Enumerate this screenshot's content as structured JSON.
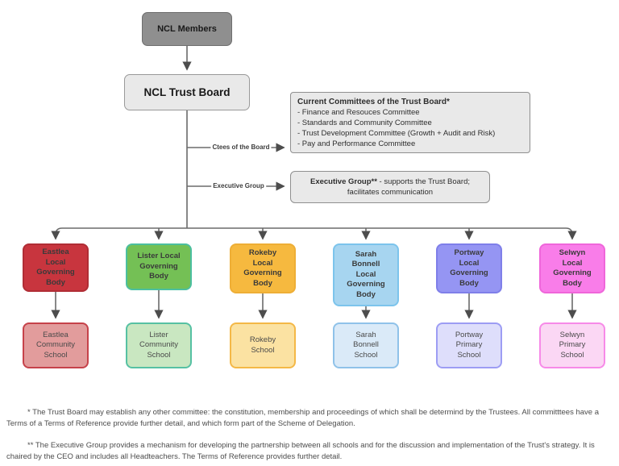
{
  "nodes": {
    "members": "NCL Members",
    "trust_board": "NCL Trust Board"
  },
  "committees": {
    "title": "Current Committees of the Trust Board*",
    "items": [
      "- Finance and Resouces Committee",
      "- Standards and Community Committee",
      "- Trust Development Committee (Growth + Audit and Risk)",
      "- Pay and Performance Committee"
    ]
  },
  "executive": {
    "title": "Executive Group**",
    "description": " - supports the Trust Board; facilitates communication"
  },
  "connector_labels": {
    "committees": "Ctees of the Board",
    "executive": "Executive Group"
  },
  "branches": [
    {
      "name": "eastlea",
      "gb_label": [
        "Eastlea",
        "Local",
        "Governing",
        "Body"
      ],
      "school_label": [
        "Eastlea",
        "Community",
        "School"
      ],
      "gb_fill": "#c8353e",
      "gb_border": "#b02d35",
      "school_fill": "#e29c9c",
      "school_border": "#c6424a"
    },
    {
      "name": "lister",
      "gb_label": [
        "Lister Local",
        "Governing",
        "Body"
      ],
      "school_label": [
        "Lister",
        "Community",
        "School"
      ],
      "gb_fill": "#74c055",
      "gb_border": "#4cbf9f",
      "school_fill": "#c9e7c1",
      "school_border": "#56c1a3"
    },
    {
      "name": "rokeby",
      "gb_label": [
        "Rokeby",
        "Local",
        "Governing",
        "Body"
      ],
      "school_label": [
        "Rokeby",
        "School"
      ],
      "gb_fill": "#f6b93f",
      "gb_border": "#eeae36",
      "school_fill": "#fbe2a2",
      "school_border": "#f4b847"
    },
    {
      "name": "sarah-bonnell",
      "gb_label": [
        "Sarah",
        "Bonnell",
        "Local",
        "Governing",
        "Body"
      ],
      "school_label": [
        "Sarah",
        "Bonnell",
        "School"
      ],
      "gb_fill": "#a7d5f0",
      "gb_border": "#7cc4ec",
      "school_fill": "#daeaf8",
      "school_border": "#8fc2e9"
    },
    {
      "name": "portway",
      "gb_label": [
        "Portway",
        "Local",
        "Governing",
        "Body"
      ],
      "school_label": [
        "Portway",
        "Primary",
        "School"
      ],
      "gb_fill": "#9595f3",
      "gb_border": "#7f7fe9",
      "school_fill": "#dedefb",
      "school_border": "#9d9df4"
    },
    {
      "name": "selwyn",
      "gb_label": [
        "Selwyn",
        "Local",
        "Governing",
        "Body"
      ],
      "school_label": [
        "Selwyn",
        "Primary",
        "School"
      ],
      "gb_fill": "#f97de9",
      "gb_border": "#ef66da",
      "school_fill": "#fbd7f4",
      "school_border": "#f78ae8"
    }
  ],
  "footnotes": [
    "* The Trust Board may establish any other committee: the constitution, membership and proceedings of which shall be determind by the Trustees. All committtees have a Terms of a Terms of Reference provide further detail, and which form part of the Scheme of Delegation.",
    "** The Executive Group provides a mechanism for developing the partnership between all schools and for the discussion and implementation of the Trust's strategy.  It is chaired by the CEO and includes all  Headteachers.  The Terms of Reference provides further detail."
  ],
  "colors": {
    "line": "#6b6b6b",
    "arrowhead": "#4d4d4d",
    "members_fill": "#8f8f8f",
    "members_border": "#6e6e6e",
    "panel_fill": "#e9e9e9",
    "panel_border": "#999999"
  }
}
